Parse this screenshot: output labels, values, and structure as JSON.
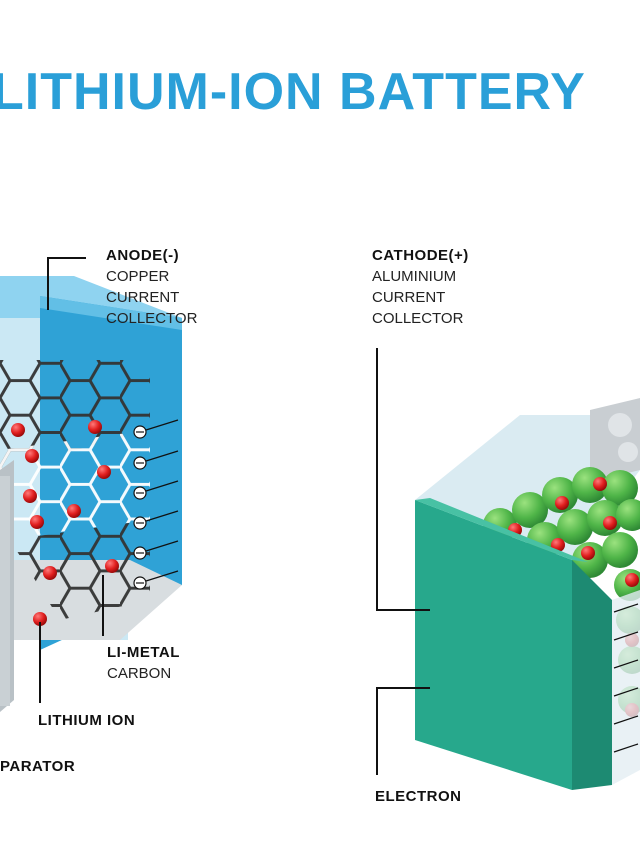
{
  "title": "LITHIUM-ION BATTERY",
  "labels": {
    "anode": {
      "heading": "ANODE(-)",
      "lines": [
        "COPPER",
        "CURRENT",
        "COLLECTOR"
      ]
    },
    "cathode": {
      "heading": "CATHODE(+)",
      "lines": [
        "ALUMINIUM",
        "CURRENT",
        "COLLECTOR"
      ]
    },
    "limetal": {
      "heading": "LI-METAL",
      "lines": [
        "CARBON"
      ]
    },
    "lithium_ion": "LITHIUM ION",
    "separator": "PARATOR",
    "electron": "ELECTRON"
  },
  "colors": {
    "title": "#2a9fd8",
    "anode_blue": "#2fa2d6",
    "anode_blue_light": "#7fcbec",
    "cathode_green": "#27a88c",
    "sphere_green": "#5cc04e",
    "lithium_red": "#e01e1e",
    "lattice": "#3a3a3a",
    "glass": "#d9eaf2"
  }
}
